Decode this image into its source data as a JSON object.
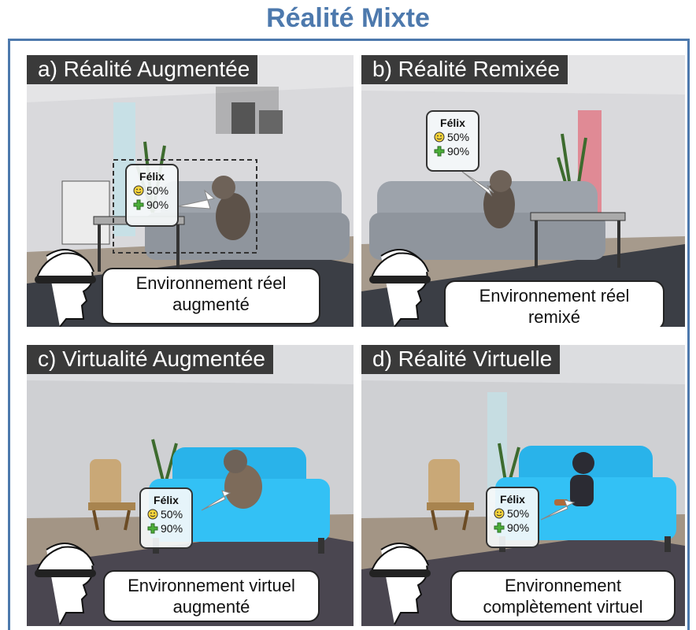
{
  "title": "Réalité Mixte",
  "panels": [
    {
      "label": "a) Réalité Augmentée",
      "caption_line1": "Environnement réel",
      "caption_line2": "augmenté",
      "name": "Félix",
      "mood": "50%",
      "health": "90%"
    },
    {
      "label": "b) Réalité Remixée",
      "caption_line1": "Environnement réel",
      "caption_line2": "remixé",
      "name": "Félix",
      "mood": "50%",
      "health": "90%"
    },
    {
      "label": "c) Virtualité Augmentée",
      "caption_line1": "Environnement virtuel",
      "caption_line2": "augmenté",
      "name": "Félix",
      "mood": "50%",
      "health": "90%"
    },
    {
      "label": "d) Réalité Virtuelle",
      "caption_line1": "Environnement",
      "caption_line2": "complètement virtuel",
      "name": "Félix",
      "mood": "50%",
      "health": "90%"
    }
  ],
  "icons": {
    "mood": "smiley-icon",
    "health": "green-cross-icon"
  },
  "colors": {
    "accent": "#4d79ad",
    "sofa_real": "#9da3ab",
    "sofa_virtual": "#29b3ea"
  }
}
